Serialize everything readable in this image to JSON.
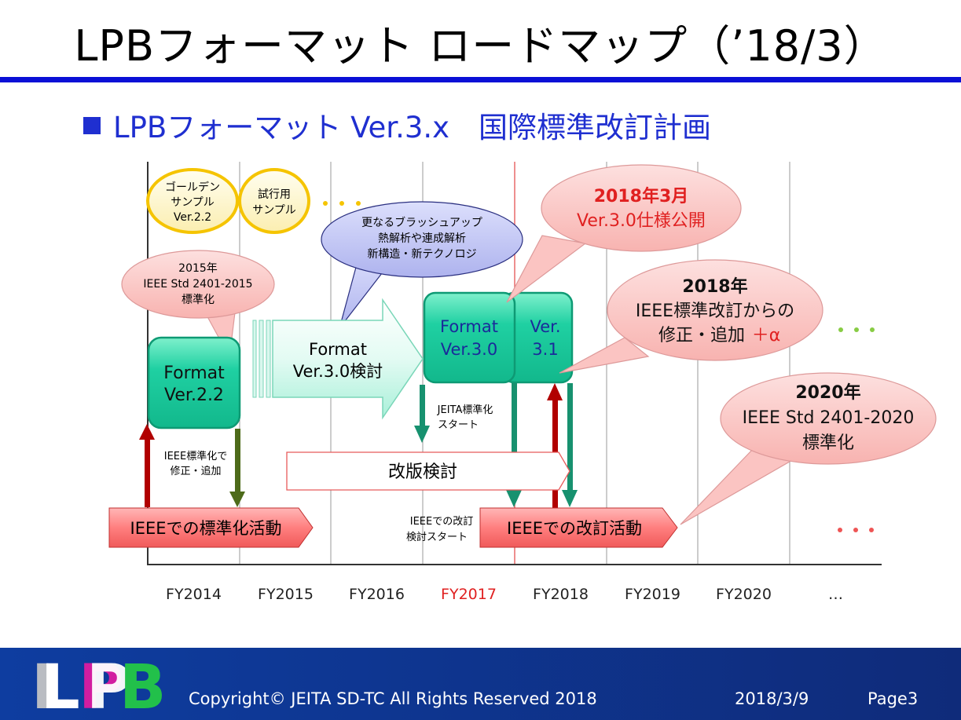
{
  "title": "LPBフォーマット ロードマップ（’18/3）",
  "subtitle": "LPBフォーマット Ver.3.x　国際標準改訂計画",
  "timeline": {
    "years": [
      "FY2014",
      "FY2015",
      "FY2016",
      "FY2017",
      "FY2018",
      "FY2019",
      "FY2020",
      "…"
    ],
    "highlight_year": "FY2017",
    "highlight_color": "#e02020"
  },
  "ellipses": {
    "golden": [
      "ゴールデン",
      "サンプル",
      "Ver.2.2"
    ],
    "trial": [
      "試行用",
      "サンプル"
    ],
    "brushup": [
      "更なるブラッシュアップ",
      "熱解析や連成解析",
      "新構造・新テクノロジ"
    ]
  },
  "callouts": {
    "std2015": [
      "2015年",
      "IEEE Std 2401-2015",
      "標準化"
    ],
    "spec2018": [
      "2018年3月",
      "Ver.3.0仕様公開"
    ],
    "revision2018": [
      "2018年",
      "IEEE標準改訂からの",
      "修正・追加",
      "＋α"
    ],
    "std2020": [
      "2020年",
      "IEEE Std 2401-2020",
      "標準化"
    ]
  },
  "boxes": {
    "v22": [
      "Format",
      "Ver.2.2"
    ],
    "v30": [
      "Format",
      "Ver.3.0"
    ],
    "v31": [
      "Ver.",
      "3.1"
    ],
    "study": [
      "Format",
      "Ver.3.0検討"
    ]
  },
  "labels": {
    "ieee_fix": [
      "IEEE標準化で",
      "修正・追加"
    ],
    "jeita_start": [
      "JEITA標準化",
      "スタート"
    ],
    "ieee_rev_start": [
      "IEEEでの改訂",
      "検討スタート"
    ],
    "revision_study": "改版検討",
    "ieee_std_activity": "IEEEでの標準化活動",
    "ieee_rev_activity": "IEEEでの改訂活動",
    "dots": "・・・"
  },
  "colors": {
    "accent_blue": "#0a10d6",
    "teal": "#18c49a",
    "red_text": "#e02020",
    "callout_fill": "#fbc4c2"
  },
  "footer": {
    "logo": "LPB",
    "copyright": "Copyright© JEITA SD-TC All Rights Reserved 2018",
    "date": "2018/3/9",
    "page": "Page3"
  }
}
